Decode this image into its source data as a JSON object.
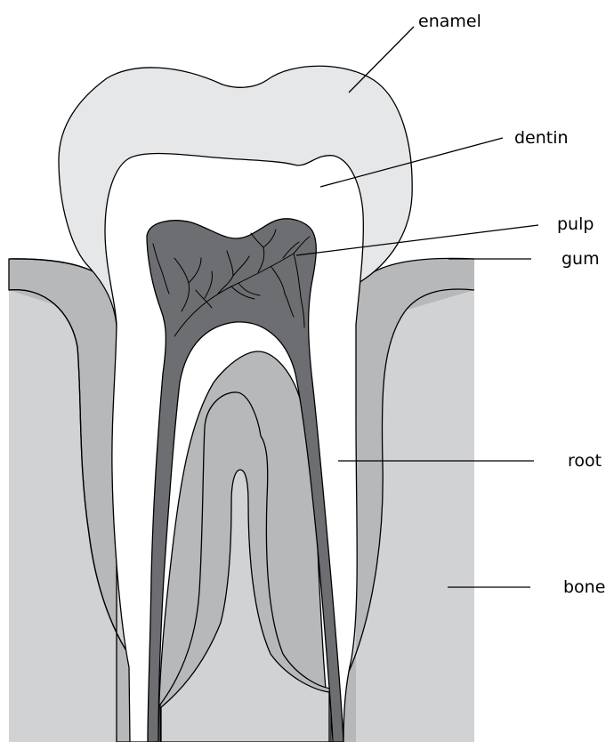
{
  "diagram": {
    "colors": {
      "bone": "#d1d2d4",
      "gum": "#b7b8ba",
      "enamel": "#e6e7e8",
      "dentin": "#ffffff",
      "pulp": "#6d6e71",
      "outline": "#000000"
    },
    "labels": {
      "enamel": "enamel",
      "dentin": "dentin",
      "pulp": "pulp",
      "gum": "gum",
      "root": "root",
      "bone": "bone"
    }
  }
}
